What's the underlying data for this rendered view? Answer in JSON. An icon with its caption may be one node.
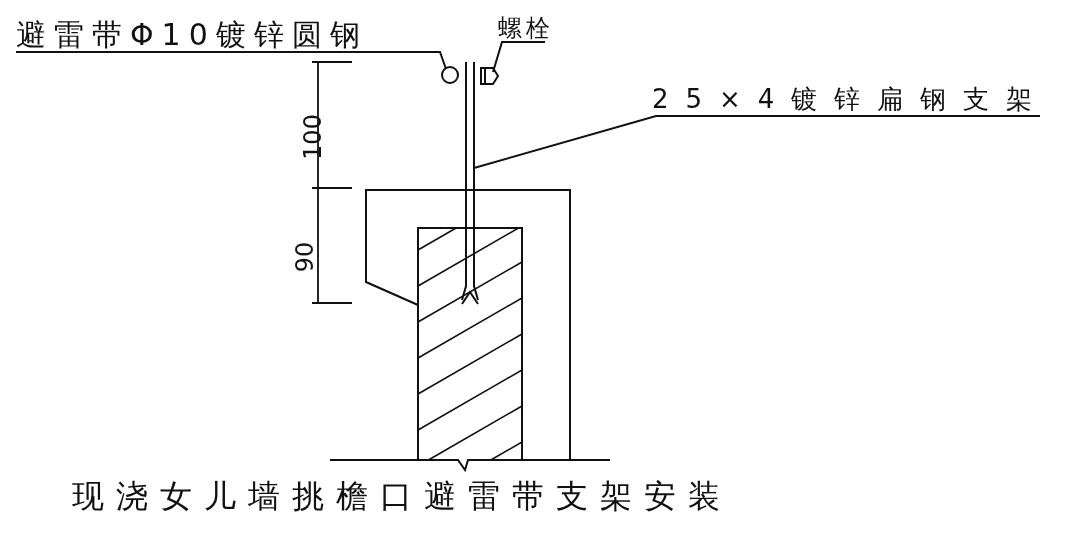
{
  "diagram": {
    "caption": "现浇女儿墙挑檐口避雷带支架安装",
    "nodes": [
      {
        "text": [
          "避雷带Φ10镀锌圆钢"
        ]
      },
      {
        "text": [],
        "shape": "circle"
      },
      {
        "text": [
          "螺栓"
        ]
      },
      {
        "text": [],
        "shape": "picture"
      },
      {
        "text": [
          "25×4镀锌扁钢支架"
        ]
      },
      {
        "text": [],
        "shape": "bar"
      }
    ],
    "edges": [
      {
        "from": 0,
        "to": 1,
        "arrow": "none"
      },
      {
        "from": 2,
        "to": 3,
        "arrow": "none"
      },
      {
        "from": 4,
        "to": 5,
        "arrow": "none"
      }
    ],
    "labels": [
      "100",
      "90"
    ]
  }
}
